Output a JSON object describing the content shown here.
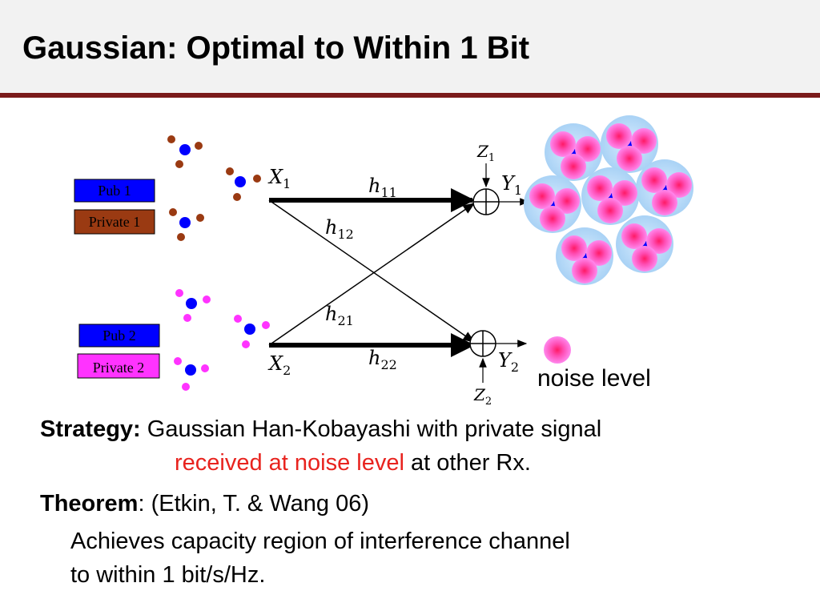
{
  "title": "Gaussian: Optimal to Within 1 Bit",
  "diagram": {
    "tx1": {
      "public_label": "Pub 1",
      "private_label": "Private 1",
      "signal": "X",
      "signal_sub": "1"
    },
    "tx2": {
      "public_label": "Pub 2",
      "private_label": "Private 2",
      "signal": "X",
      "signal_sub": "2"
    },
    "gains": [
      {
        "h": "h",
        "sub": "11"
      },
      {
        "h": "h",
        "sub": "12"
      },
      {
        "h": "h",
        "sub": "21"
      },
      {
        "h": "h",
        "sub": "22"
      }
    ],
    "rx1": {
      "noise": "Z",
      "noise_sub": "1",
      "output": "Y",
      "output_sub": "1"
    },
    "rx2": {
      "noise": "Z",
      "noise_sub": "2",
      "output": "Y",
      "output_sub": "2"
    },
    "noise_legend": "noise level",
    "colors": {
      "public": "#0000ff",
      "private1": "#9a3a12",
      "private2": "#ff33ff",
      "noise": "#ff3399",
      "region": "#bfe0ff"
    }
  },
  "strategy": {
    "label": "Strategy:",
    "text1": " Gaussian Han-Kobayashi with private signal",
    "highlight": "received at noise level",
    "text2": " at other Rx."
  },
  "theorem": {
    "label": "Theorem",
    "text": ": (Etkin, T. & Wang 06)",
    "line1": "Achieves capacity region of interference channel",
    "line2": "to within 1 bit/s/Hz."
  }
}
